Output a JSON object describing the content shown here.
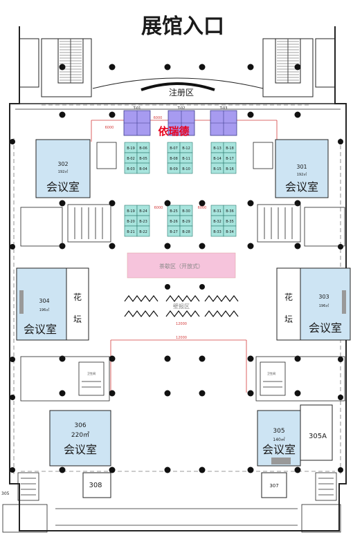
{
  "title": "展馆入口",
  "registration_label": "注册区",
  "exhibitor_label": "依瑞德",
  "tea_area_label": "茶歇区（开放式）",
  "poster_area_label": "壁报区",
  "flower_bed_left": [
    "花",
    "坛"
  ],
  "flower_bed_right": [
    "花",
    "坛"
  ],
  "side_labels": {
    "left_edge": "305",
    "room_308": "308",
    "room_307": "307",
    "room_305a": "305A"
  },
  "dimension_labels": [
    "6000",
    "6000",
    "6000",
    "6000",
    "12000",
    "12000"
  ],
  "colors": {
    "booth_purple": "#a79bf0",
    "booth_teal": "#a8e4dd",
    "room_blue": "#cde4f3",
    "tea_pink": "#f6c4dc",
    "exhibitor_red": "#e8001c",
    "red_line": "#d33a3a"
  },
  "t_booths": [
    "T-01",
    "T-02",
    "T-03"
  ],
  "booth_columns": [
    {
      "id": "c1",
      "rows_top": [
        [
          "B-19",
          "B-06"
        ],
        [
          "B-02",
          "B-05"
        ],
        [
          "B-03",
          "B-04"
        ]
      ],
      "rows_bottom": [
        [
          "B-19",
          "B-24"
        ],
        [
          "B-20",
          "B-23"
        ],
        [
          "B-21",
          "B-22"
        ]
      ]
    },
    {
      "id": "c2",
      "rows_top": [
        [
          "B-07",
          "B-12"
        ],
        [
          "B-08",
          "B-11"
        ],
        [
          "B-09",
          "B-10"
        ]
      ],
      "rows_bottom": [
        [
          "B-25",
          "B-30"
        ],
        [
          "B-26",
          "B-29"
        ],
        [
          "B-27",
          "B-28"
        ]
      ]
    },
    {
      "id": "c3",
      "rows_top": [
        [
          "B-13",
          "B-18"
        ],
        [
          "B-14",
          "B-17"
        ],
        [
          "B-15",
          "B-16"
        ]
      ],
      "rows_bottom": [
        [
          "B-31",
          "B-36"
        ],
        [
          "B-32",
          "B-35"
        ],
        [
          "B-33",
          "B-34"
        ]
      ]
    }
  ],
  "rooms": [
    {
      "id": "room-302",
      "number": "302",
      "area": "192㎡",
      "name": "会议室"
    },
    {
      "id": "room-301",
      "number": "301",
      "area": "192㎡",
      "name": "会议室"
    },
    {
      "id": "room-304",
      "number": "304",
      "area": "196㎡",
      "name": "会议室"
    },
    {
      "id": "room-303",
      "number": "303",
      "area": "196㎡",
      "name": "会议室"
    },
    {
      "id": "room-306",
      "number": "306",
      "area": "220㎡",
      "name": "会议室"
    },
    {
      "id": "room-305",
      "number": "305",
      "area": "140㎡",
      "name": "会议室"
    }
  ],
  "toilet_label": "卫生间"
}
